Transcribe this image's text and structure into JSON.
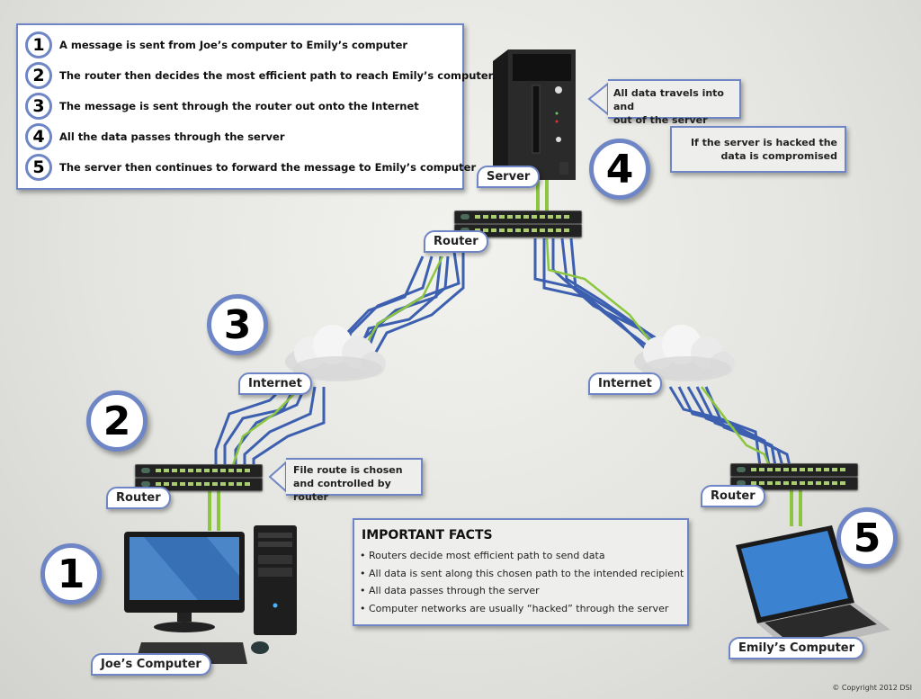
{
  "steps": [
    {
      "number": "1",
      "text": "A message is sent from Joe’s computer to Emily’s computer"
    },
    {
      "number": "2",
      "text": "The router then decides the most efficient path to reach Emily’s computer."
    },
    {
      "number": "3",
      "text": "The message is sent through the router out onto the Internet"
    },
    {
      "number": "4",
      "text": "All the data passes through the server"
    },
    {
      "number": "5",
      "text": "The server then continues to forward the message to Emily’s computer"
    }
  ],
  "badges": {
    "one": "1",
    "two": "2",
    "three": "3",
    "four": "4",
    "five": "5"
  },
  "labels": {
    "server": "Server",
    "router_top": "Router",
    "router_left": "Router",
    "router_right": "Router",
    "internet_left": "Internet",
    "internet_right": "Internet",
    "joes_computer": "Joe’s Computer",
    "emilys_computer": "Emily’s Computer"
  },
  "callouts": {
    "server_line1": "All data travels into and",
    "server_line2": "out of the server",
    "warning_line1": "If the server is hacked the",
    "warning_line2": "data is compromised",
    "router_line1": "File route is chosen",
    "router_line2": "and controlled by router"
  },
  "facts": {
    "title": "IMPORTANT FACTS",
    "items": [
      "• Routers decide most efficient path to send data",
      "• All data is sent along this chosen path to the intended recipient",
      "• All data passes through the server",
      "• Computer networks are usually “hacked” through the server"
    ]
  },
  "copyright": "© Copyright 2012 DSI",
  "colors": {
    "accent": "#6f86c6",
    "cable_blue": "#3c5fb0",
    "cable_green": "#8cc63f",
    "warning_red": "#c8262c"
  }
}
